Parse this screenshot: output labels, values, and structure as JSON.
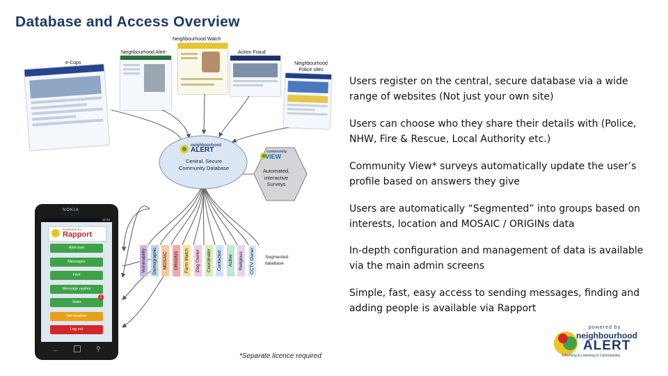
{
  "page": {
    "title": "Database and Access Overview",
    "footnote": "*Separate licence required"
  },
  "bullets": [
    "Users register on the central, secure database via a wide range of websites (Not just your own site)",
    "Users can choose who they share their details with (Police, NHW, Fire & Rescue, Local Authority etc.)",
    "Community View* surveys automatically update the user’s profile based on answers they give",
    "Users are automatically “Segmented” into groups based on interests, location and MOSAIC / ORIGINs data",
    "In-depth configuration and management of data is available via the main admin screens",
    "Simple, fast, easy access to sending messages, finding and adding people is available via Rapport"
  ],
  "diagram": {
    "sites": {
      "ecops": "e-Cops",
      "neighbourhood_alert": "Neighbourhood Alert",
      "neighbourhood_watch": "Neighbourhood Watch",
      "action_fraud": "Action Fraud",
      "police_sites": "Neighbourhood Police sites"
    },
    "central": {
      "label": "Central, Secure Community Database",
      "logo_small": "neighbourhood",
      "logo_big": "ALERT"
    },
    "community_view": {
      "label": "Automated, interactive Surveys",
      "logo_small": "community",
      "logo_big": "VIEW"
    },
    "segments": [
      "Vulnerability",
      "Demographic",
      "MOSAIC",
      "ORIGINS",
      "Farm Watch",
      "Dog Owner",
      "Coordinator",
      "Contacted",
      "Active",
      "Religious",
      "CCTV Owner"
    ],
    "segment_colors": [
      "#c9b6e4",
      "#bcd7ef",
      "#f6c7a0",
      "#f7a7a7",
      "#f9e39a",
      "#f6c9e2",
      "#d9ecb5",
      "#cfe2f7",
      "#bfe6d7",
      "#e6d3f3",
      "#d5e8f7"
    ],
    "segmented_label": "Segmented database"
  },
  "phone": {
    "brand": "NOKIA",
    "time": "12:20",
    "app_title": "Rapport",
    "app_small": "POWERED BY",
    "buttons": [
      "Add user",
      "Messages",
      "Find",
      "Message replies",
      "Stats",
      "Set location",
      "Log out"
    ],
    "button_colors": [
      "#3fa24a",
      "#3fa24a",
      "#3fa24a",
      "#3fa24a",
      "#3fa24a",
      "#e8a21a",
      "#d3282a"
    ],
    "badge": "1"
  },
  "brand_logo": {
    "powered_by": "powered by",
    "word1": "neighbourhood",
    "word2": "ALERT",
    "tagline": "Informing & Listening to Communities"
  }
}
